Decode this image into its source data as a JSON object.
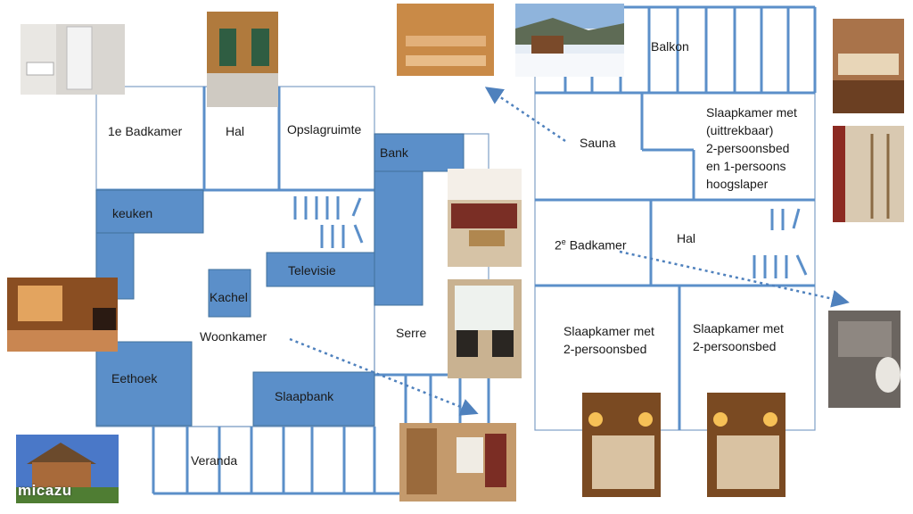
{
  "colors": {
    "wall": "#5b8fc9",
    "furniture": "#5b8fc9",
    "furniture_border": "#41719c",
    "arrow": "#4f81bd"
  },
  "rooms": {
    "bathroom1": "1e Badkamer",
    "hall1": "Hal",
    "storage": "Opslagruimte",
    "bank": "Bank",
    "kitchen": "keuken",
    "tv": "Televisie",
    "stove": "Kachel",
    "living": "Woonkamer",
    "conservatory": "Serre",
    "dining": "Eethoek",
    "sofabed": "Slaapbank",
    "veranda": "Veranda",
    "balcony": "Balkon",
    "sauna": "Sauna",
    "bedroom_loft_lines": [
      "Slaapkamer met",
      "(uittrekbaar)",
      "2-persoonsbed",
      "en 1-persoons",
      "hoogslaper"
    ],
    "bathroom2_number": "2",
    "bathroom2_sup": "e",
    "bathroom2_rest": " Badkamer",
    "hall2": "Hal",
    "bedroom_left_lines": [
      "Slaapkamer met",
      "2-persoonsbed"
    ],
    "bedroom_right_lines": [
      "Slaapkamer met",
      "2-persoonsbed"
    ]
  },
  "photos": [
    {
      "subject": "bathroom"
    },
    {
      "subject": "hallway doors"
    },
    {
      "subject": "sauna"
    },
    {
      "subject": "snowy chalet"
    },
    {
      "subject": "bunk room"
    },
    {
      "subject": "loft ladder"
    },
    {
      "subject": "kitchen"
    },
    {
      "subject": "living room sofa"
    },
    {
      "subject": "conservatory chairs"
    },
    {
      "subject": "chalet exterior"
    },
    {
      "subject": "stairs interior"
    },
    {
      "subject": "bathroom 2"
    },
    {
      "subject": "bedroom 1"
    },
    {
      "subject": "bedroom 2"
    }
  ],
  "watermark": "micazu"
}
